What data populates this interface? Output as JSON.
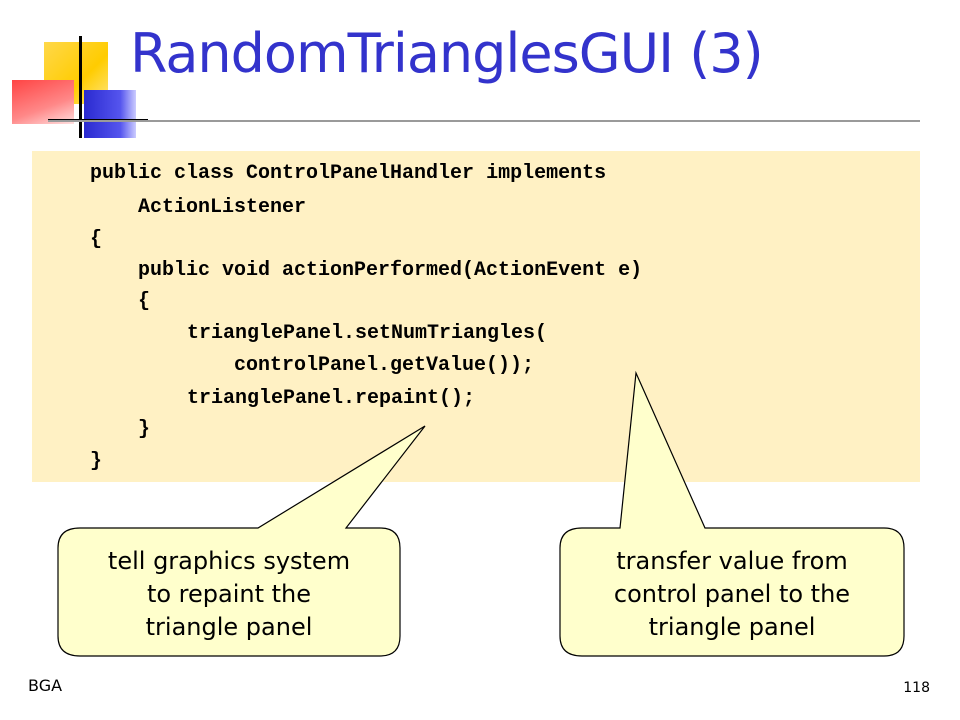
{
  "slide": {
    "title": "RandomTrianglesGUI (3)",
    "code_lines": [
      "public class ControlPanelHandler implements",
      "ActionListener",
      "{",
      "public void actionPerformed(ActionEvent e)",
      "{",
      "trianglePanel.setNumTriangles(",
      "controlPanel.getValue());",
      "trianglePanel.repaint();",
      "}",
      "}"
    ],
    "callouts": {
      "left": [
        "tell graphics system",
        "to repaint the",
        "triangle panel"
      ],
      "right": [
        "transfer value from",
        "control panel to the",
        "triangle panel"
      ]
    },
    "footer": {
      "author": "BGA",
      "page_number": "118"
    }
  },
  "colors": {
    "title": "#3333cc",
    "code_background": "#fff1c4",
    "callout_fill": "#ffffcc",
    "deco_yellow": "#ffcc00",
    "deco_blue": "#3333cc",
    "deco_red": "#ff3333"
  }
}
